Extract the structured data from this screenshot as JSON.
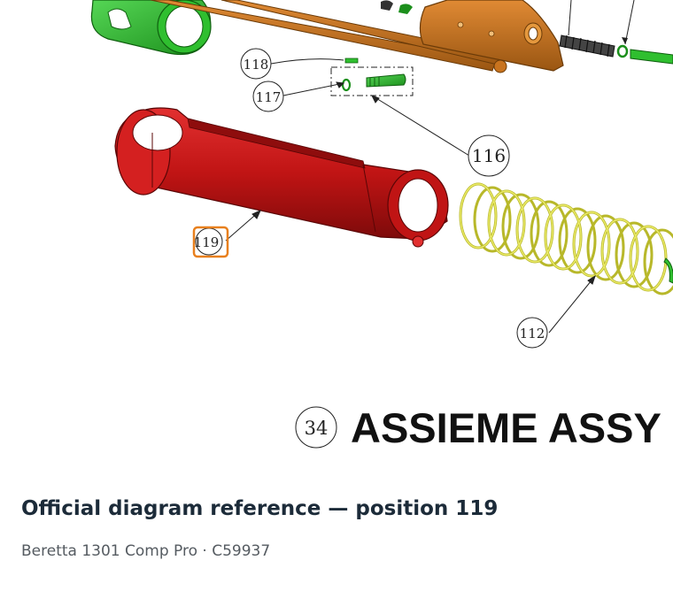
{
  "diagram": {
    "callouts": [
      {
        "id": "118",
        "label": "118"
      },
      {
        "id": "117",
        "label": "117"
      },
      {
        "id": "116",
        "label": "116"
      },
      {
        "id": "119",
        "label": "119",
        "highlighted": true
      },
      {
        "id": "112",
        "label": "112"
      }
    ],
    "assembly_number": "34",
    "assembly_title": "ASSIEME ASSY",
    "colors": {
      "barrel_red": "#c01414",
      "spring_yellow": "#ecec6a",
      "pin_green": "#2fbf2f",
      "receiver_orange": "#c8731e",
      "highlight": "#e8801e"
    }
  },
  "caption": {
    "title": "Official diagram reference — position 119",
    "subtitle": "Beretta 1301 Comp Pro · C59937"
  }
}
